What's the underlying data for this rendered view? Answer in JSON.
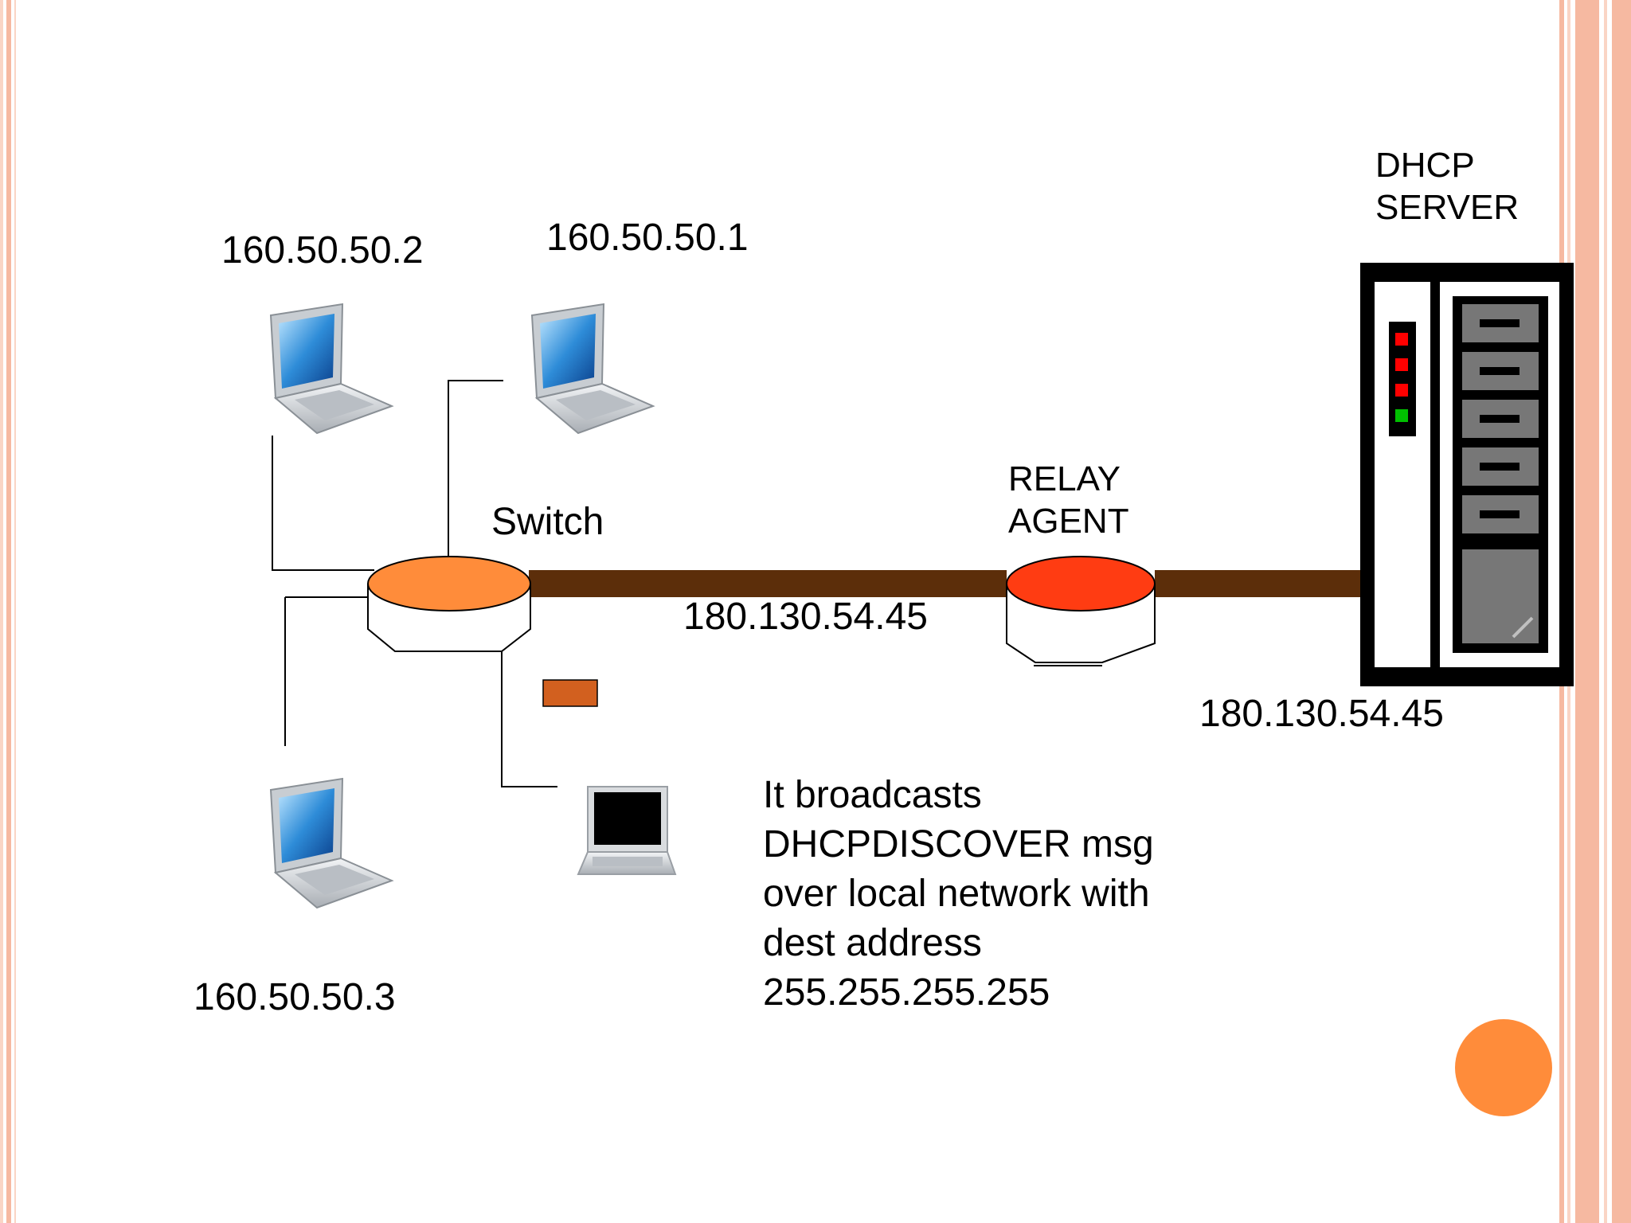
{
  "labels": {
    "laptop_top_left_ip": "160.50.50.2",
    "laptop_top_right_ip": "160.50.50.1",
    "laptop_bottom_left_ip": "160.50.50.3",
    "switch": "Switch",
    "relay_agent_line1": "RELAY",
    "relay_agent_line2": "AGENT",
    "dhcp_server_line1": "DHCP",
    "dhcp_server_line2": "SERVER",
    "link_ip_middle": "180.130.54.45",
    "link_ip_right": "180.130.54.45"
  },
  "message": {
    "lines": [
      "It broadcasts",
      "DHCPDISCOVER msg",
      "over local network with",
      "dest address",
      "255.255.255.255"
    ]
  },
  "colors": {
    "border_salmon": "#F6B9A1",
    "border_light": "#FAD5C5",
    "switch_top": "#FF8C3A",
    "relay_top": "#FF3C12",
    "link_brown": "#5C2E0A",
    "packet": "#D2601F",
    "accent_circle": "#FF8C3A",
    "server_led_red": "#FF0000",
    "server_led_green": "#00C000"
  }
}
